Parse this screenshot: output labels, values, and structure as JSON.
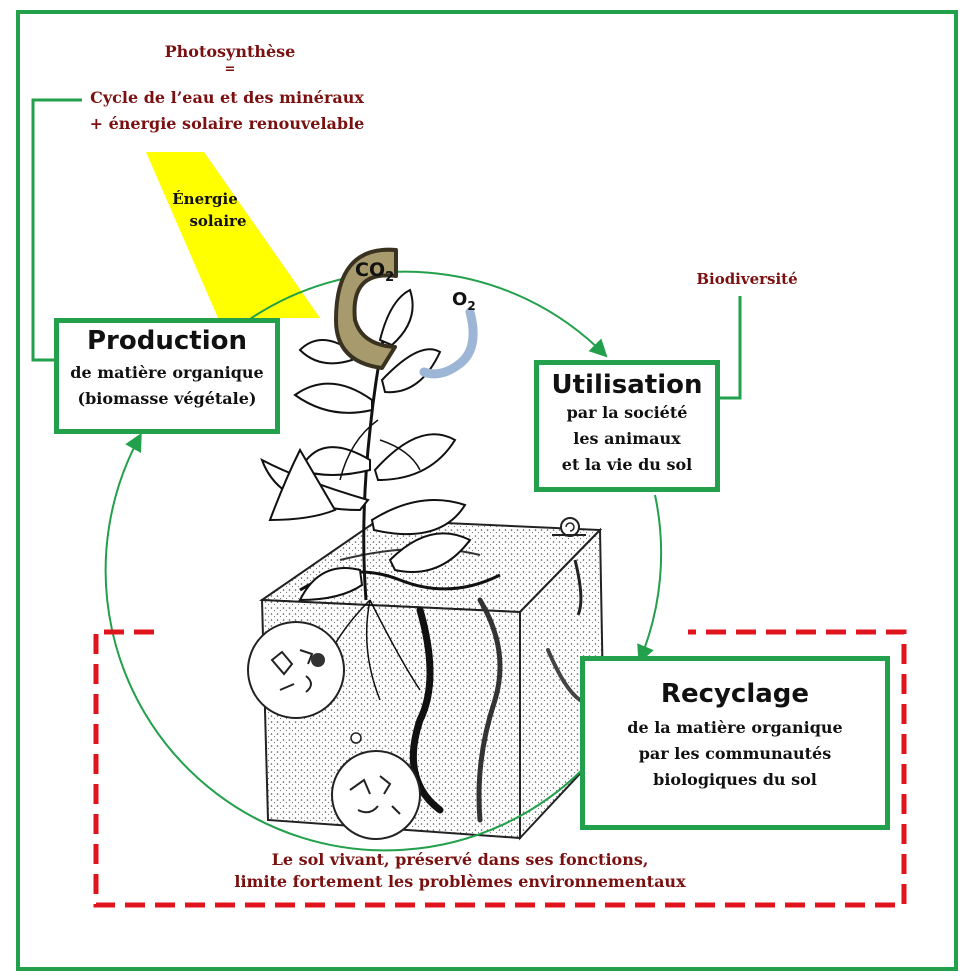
{
  "photosynthesis": {
    "title": "Photosynthèse",
    "equals": "=",
    "line1": "Cycle de l’eau et des minéraux",
    "line2": "+ énergie solaire renouvelable"
  },
  "solar_energy": {
    "line1": "Énergie",
    "line2": "solaire"
  },
  "gases": {
    "co2_main": "CO",
    "co2_sub": "2",
    "o2_main": "O",
    "o2_sub": "2"
  },
  "biodiversity": "Biodiversité",
  "production": {
    "title": "Production",
    "line1": "de matière organique",
    "line2": "(biomasse végétale)"
  },
  "utilisation": {
    "title": "Utilisation",
    "line1": "par la société",
    "line2": "les animaux",
    "line3": "et la vie du sol"
  },
  "recyclage": {
    "title": "Recyclage",
    "line1": "de la matière organique",
    "line2": "par les communautés",
    "line3": "biologiques du sol"
  },
  "soil_note": {
    "line1": "Le sol vivant, préservé dans ses fonctions,",
    "line2": "limite fortement les problèmes environnementaux"
  },
  "colors": {
    "green": "#22a04b",
    "red": "#e0141c",
    "maroon": "#7a1010",
    "yellow": "#ffff00",
    "co2": "#a79b6e",
    "o2": "#9eb6d6"
  },
  "icons": [
    "sun-ray-icon",
    "plant-illustration",
    "soil-block-illustration",
    "earthworm-icon",
    "snail-icon",
    "soil-organisms-icon"
  ]
}
